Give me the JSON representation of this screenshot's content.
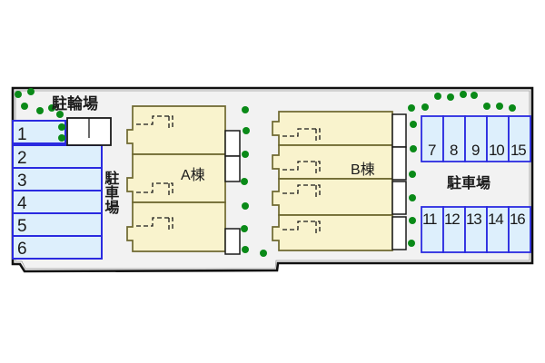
{
  "plan": {
    "title": "apartment-site-plan",
    "colors": {
      "site_fill": "#f2f2f2",
      "site_border": "#111111",
      "building_fill": "#f9f3cd",
      "building_border": "#7a7338",
      "parking_fill": "#ddeffc",
      "parking_border": "#2a2ae0",
      "tree_green": "#0a8a18",
      "balcony_fill": "#ffffff",
      "text": "#1a1a1a"
    }
  },
  "labels": {
    "bicycle_parking": "駐輪場",
    "parking_left": "駐車場",
    "parking_right": "駐車場",
    "building_a": "A棟",
    "building_b": "B棟"
  },
  "parking_left": {
    "label": "駐車場",
    "stalls": [
      {
        "number": "1"
      },
      {
        "number": "2"
      },
      {
        "number": "3"
      },
      {
        "number": "4"
      },
      {
        "number": "5"
      },
      {
        "number": "6"
      }
    ]
  },
  "parking_right": {
    "label": "駐車場",
    "row_top": [
      {
        "number": "7"
      },
      {
        "number": "8"
      },
      {
        "number": "9"
      },
      {
        "number": "10"
      },
      {
        "number": "15"
      }
    ],
    "row_bottom": [
      {
        "number": "11"
      },
      {
        "number": "12"
      },
      {
        "number": "13"
      },
      {
        "number": "14"
      },
      {
        "number": "16"
      }
    ]
  },
  "buildings": [
    {
      "name": "A棟",
      "units": 3
    },
    {
      "name": "B棟",
      "units": 4
    }
  ],
  "bicycle_parking": {
    "label": "駐輪場"
  }
}
